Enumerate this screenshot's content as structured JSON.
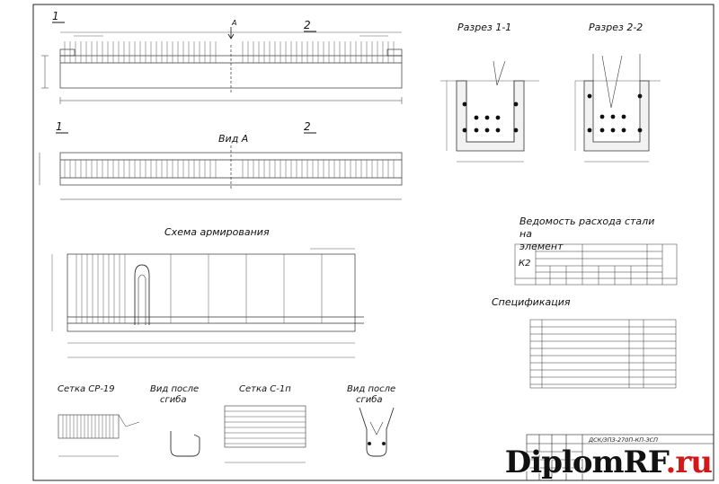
{
  "sections": {
    "marker_1": "1",
    "marker_2": "2",
    "view_a_arrow": "A",
    "section_1_1": "Разрез 1-1",
    "section_2_2": "Разрез 2-2",
    "view_a": "Вид А",
    "reinforcement_scheme": "Схема армирования"
  },
  "statement": {
    "title_line1": "Ведомость расхода стали",
    "title_line2": "на",
    "title_line3": "элемент",
    "element_mark": "К2"
  },
  "specification": {
    "title": "Спецификация"
  },
  "details": {
    "mesh_sr19": "Сетка СР-19",
    "view_after_bend_1": "Вид после",
    "bend_1": "сгиба",
    "mesh_s1p": "Сетка С-1п",
    "view_after_bend_2": "Вид после",
    "bend_2": "сгиба"
  },
  "title_block": {
    "code": "ДСК/ЗПЗ-270П-КП-ЗСП"
  },
  "watermark": {
    "brand": "DiplomRF",
    "tld": ".ru"
  }
}
